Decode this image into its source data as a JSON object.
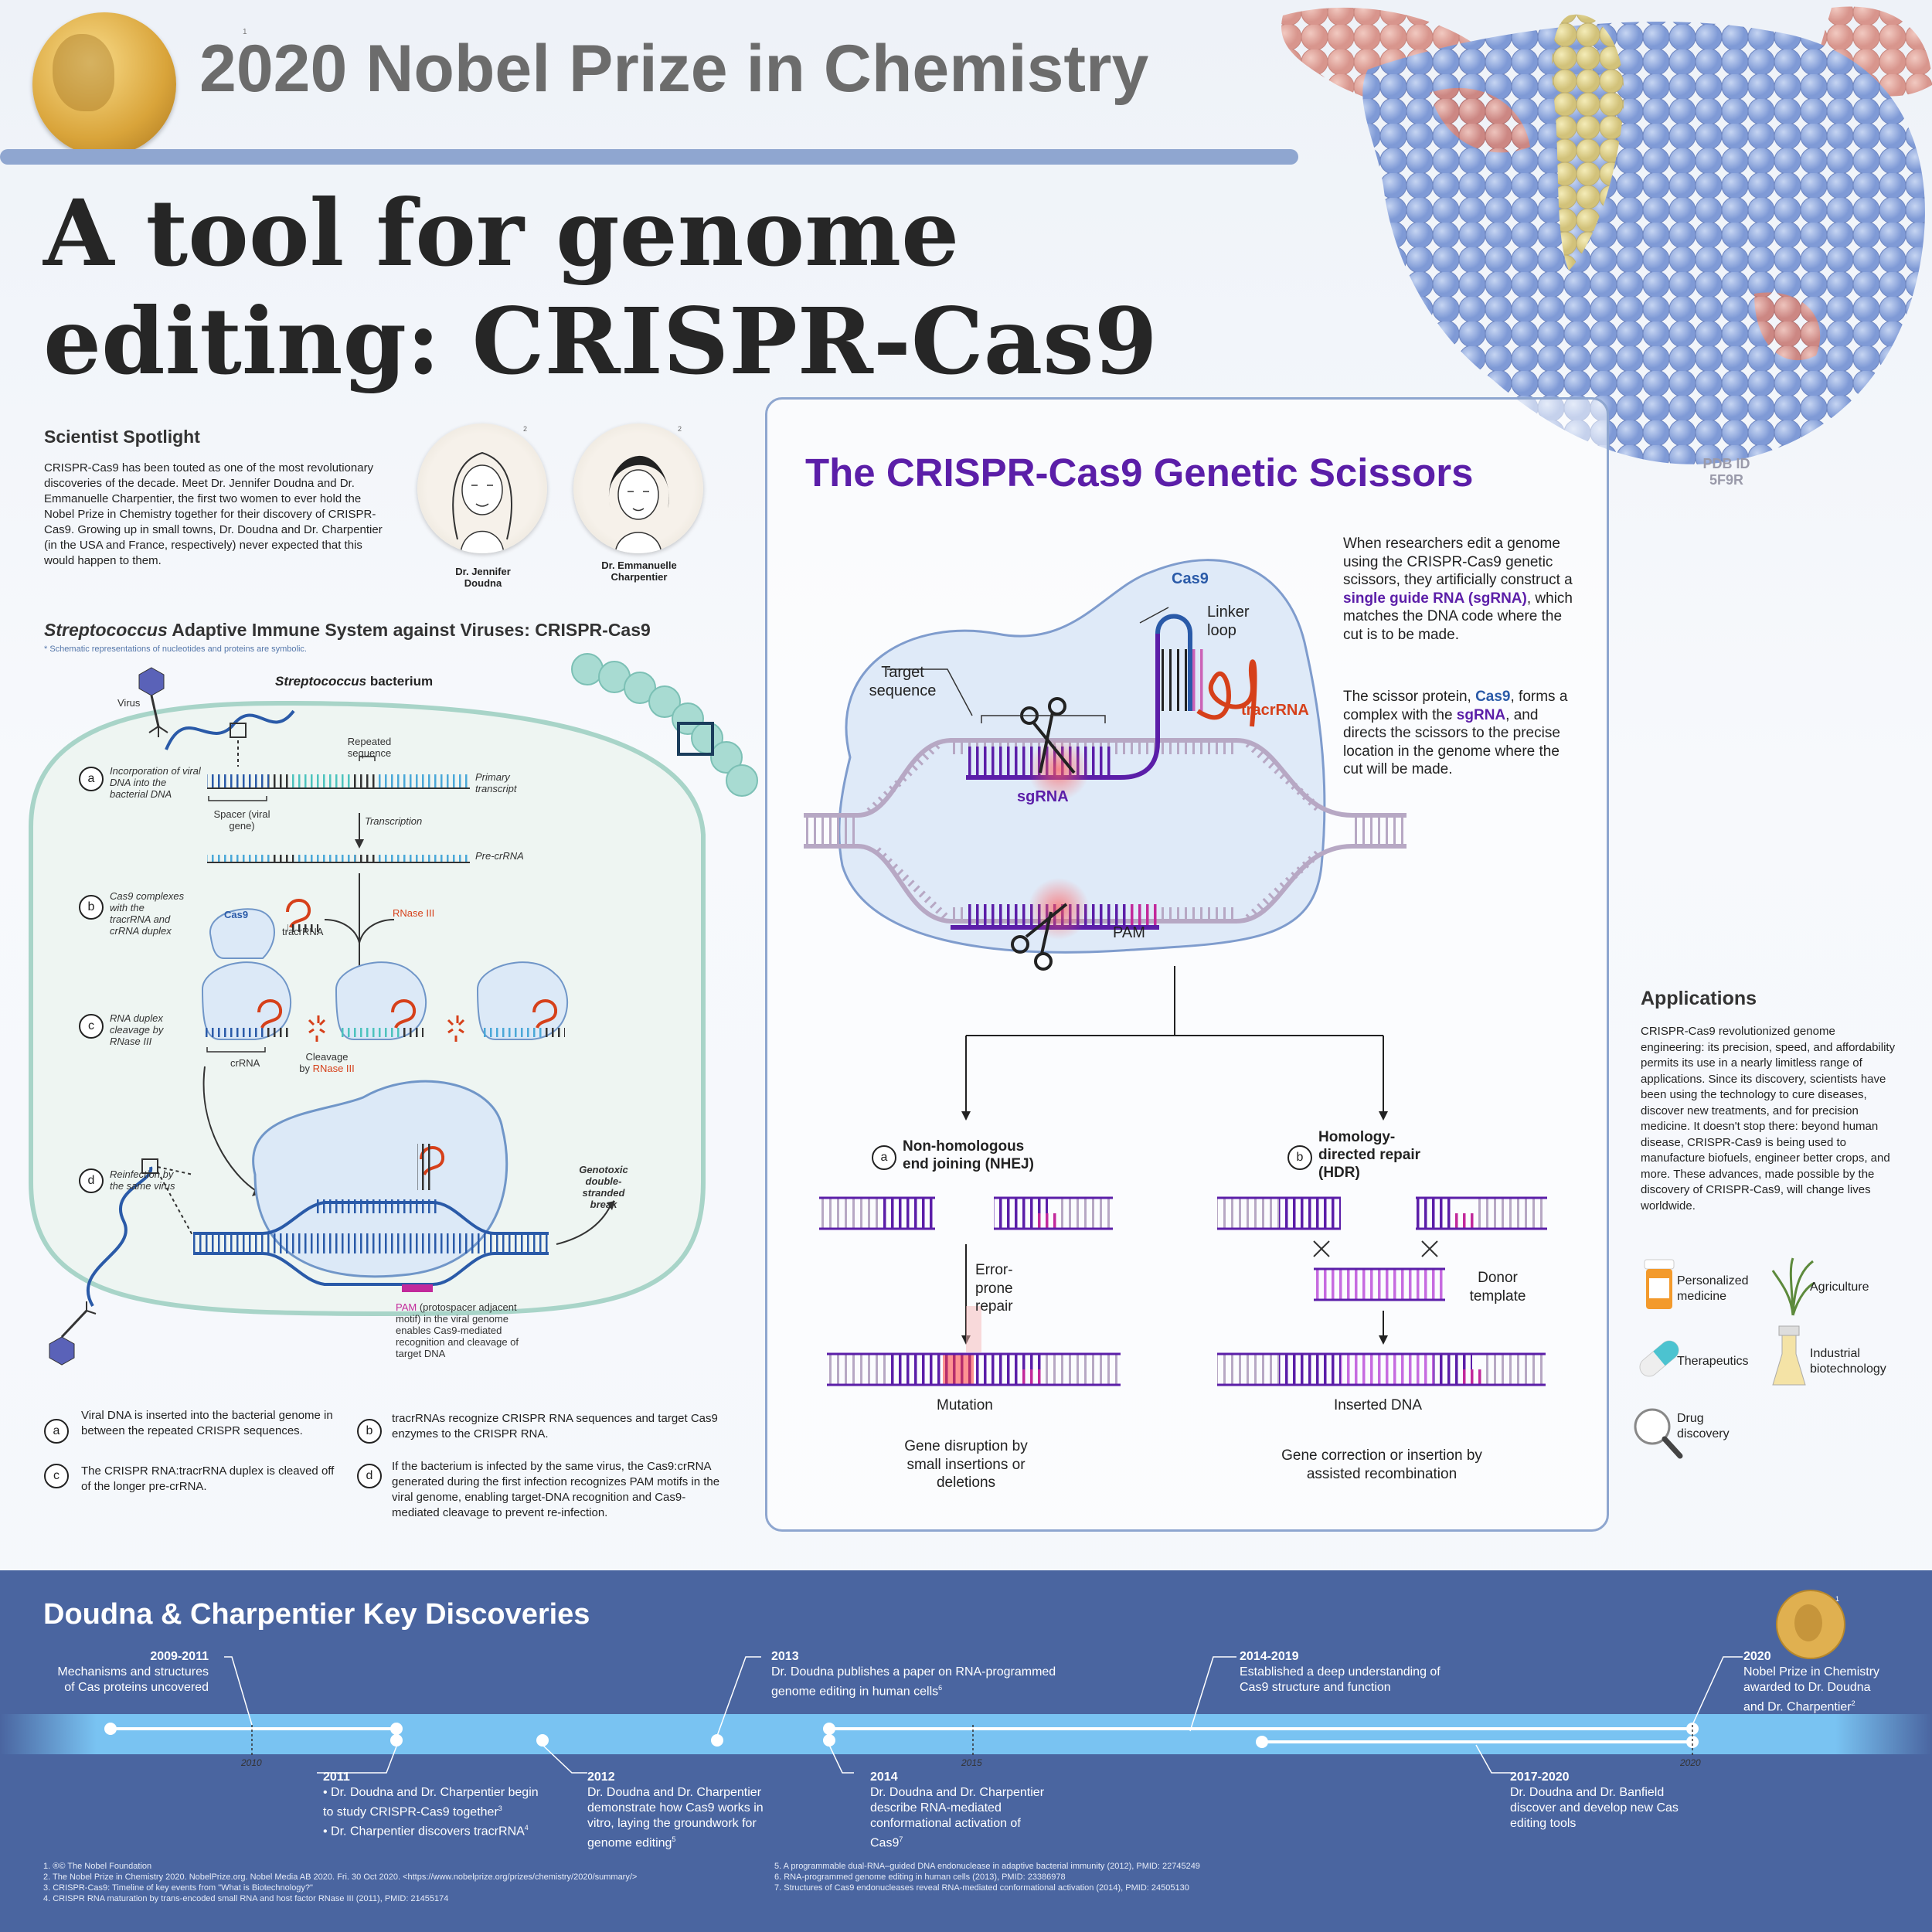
{
  "header": {
    "prize_title": "2020 Nobel Prize in Chemistry",
    "main_title_line1": "A tool for genome",
    "main_title_line2": "editing: CRISPR-Cas9",
    "ref_1": "1"
  },
  "spotlight": {
    "heading": "Scientist Spotlight",
    "text": "CRISPR-Cas9 has been touted as one of the most revolutionary discoveries of the decade. Meet Dr. Jennifer Doudna and Dr. Emmanuelle Charpentier, the first two women to ever hold the Nobel Prize in Chemistry together for their discovery of CRISPR-Cas9. Growing up in small towns, Dr. Doudna and Dr. Charpentier (in the USA and France, respectively) never expected that this would happen to them.",
    "scientist1": "Dr. Jennifer Doudna",
    "scientist2": "Dr. Emmanuelle Charpentier",
    "ref": "2"
  },
  "immune": {
    "heading_italic": "Streptococcus",
    "heading_rest": " Adaptive Immune System against Viruses: CRISPR-Cas9",
    "note": "Schematic representations of nucleotides and proteins are symbolic.",
    "bacterium_label_italic": "Streptococcus",
    "bacterium_label_rest": " bacterium",
    "virus": "Virus",
    "repeated_sequence": "Repeated sequence",
    "primary_transcript": "Primary transcript",
    "spacer": "Spacer (viral gene)",
    "transcription": "Transcription",
    "pre_crrna": "Pre-crRNA",
    "step_a": "Incorporation of viral DNA into the bacterial DNA",
    "step_b": "Cas9 complexes with the tracrRNA and crRNA duplex",
    "step_c": "RNA duplex cleavage by RNase III",
    "step_d": "Reinfection by the same virus",
    "cas9": "Cas9",
    "tracrrna": "tracrRNA",
    "rnase": "RNase III",
    "crrna": "crRNA",
    "cleavage": "Cleavage",
    "cleavage_by": "by ",
    "genotoxic": "Genotoxic double-stranded break",
    "pam_label": "PAM",
    "pam_text": " (protospacer adjacent motif) in the viral genome enables Cas9-mediated recognition and cleavage of target DNA",
    "letters": [
      "a",
      "b",
      "c",
      "d"
    ]
  },
  "legend": {
    "a": "Viral DNA is inserted into the bacterial genome in between the repeated CRISPR sequences.",
    "b": "tracrRNAs recognize CRISPR RNA sequences and target Cas9 enzymes to the CRISPR RNA.",
    "c": "The CRISPR RNA:tracrRNA duplex is cleaved off of the longer pre-crRNA.",
    "d": "If the bacterium is infected by the same virus, the Cas9:crRNA generated during the first infection recognizes PAM motifs in the viral genome, enabling target-DNA recognition and Cas9-mediated cleavage to prevent re-infection."
  },
  "scissors": {
    "title": "The CRISPR-Cas9 Genetic Scissors",
    "cas9": "Cas9",
    "linker": "Linker loop",
    "target": "Target sequence",
    "tracrrna": "tracrRNA",
    "sgrna": "sgRNA",
    "pam": "PAM",
    "desc1_a": "When researchers edit a genome using the CRISPR-Cas9 genetic scissors, they artificially construct a ",
    "desc1_b": "single guide RNA (sgRNA)",
    "desc1_c": ", which matches the DNA code where the cut is to be made.",
    "desc2_a": "The scissor protein, ",
    "desc2_b": "Cas9",
    "desc2_c": ", forms a complex with the ",
    "desc2_d": "sgRNA",
    "desc2_e": ", and directs the scissors to the precise location in the genome where the cut will be made.",
    "nhej_letter": "a",
    "nhej_title": "Non-homologous end joining (NHEJ)",
    "hdr_letter": "b",
    "hdr_title": "Homology-directed repair (HDR)",
    "error_prone": "Error-prone repair",
    "donor": "Donor template",
    "mutation": "Mutation",
    "inserted": "Inserted DNA",
    "gene_disruption": "Gene disruption by small insertions or deletions",
    "gene_correction": "Gene correction or insertion by assisted recombination"
  },
  "protein": {
    "pdb_label": "PDB ID",
    "pdb_id": "5F9R"
  },
  "applications": {
    "heading": "Applications",
    "text": "CRISPR-Cas9 revolutionized genome engineering: its precision, speed, and affordability permits its use in a nearly limitless range of applications. Since its discovery, scientists have been using the technology to cure diseases, discover new treatments, and for precision medicine. It doesn't stop there: beyond human disease, CRISPR-Cas9 is being used to manufacture biofuels, engineer better crops, and more. These advances, made possible by the discovery of CRISPR-Cas9, will change lives worldwide.",
    "items": [
      "Personalized medicine",
      "Agriculture",
      "Therapeutics",
      "Industrial biotechnology",
      "Drug discovery"
    ]
  },
  "timeline": {
    "title": "Doudna & Charpentier Key Discoveries",
    "axis_labels": [
      "2010",
      "2015",
      "2020"
    ],
    "events": [
      {
        "year": "2009-2011",
        "text": "Mechanisms and structures of Cas proteins uncovered"
      },
      {
        "year": "2011",
        "text": "• Dr. Doudna and Dr. Charpentier begin to study CRISPR-Cas9 together",
        "ref": "3",
        "text2": "• Dr. Charpentier discovers tracrRNA",
        "ref2": "4"
      },
      {
        "year": "2012",
        "text": "Dr. Doudna and Dr. Charpentier demonstrate how Cas9 works in vitro, laying the groundwork for genome editing",
        "ref": "5"
      },
      {
        "year": "2013",
        "text": "Dr. Doudna publishes a paper on RNA-programmed genome editing in human cells",
        "ref": "6"
      },
      {
        "year": "2014",
        "text": "Dr. Doudna and Dr. Charpentier describe RNA-mediated conformational activation of Cas9",
        "ref": "7"
      },
      {
        "year": "2014-2019",
        "text": "Established a deep understanding of Cas9 structure and function"
      },
      {
        "year": "2017-2020",
        "text": "Dr. Doudna and Dr. Banfield discover and develop new Cas editing tools"
      },
      {
        "year": "2020",
        "text": "Nobel Prize in Chemistry awarded to Dr. Doudna and Dr. Charpentier",
        "ref": "2"
      }
    ],
    "medal_ref": "1"
  },
  "footnotes": {
    "left": [
      "1. ®© The Nobel Foundation",
      "2. The Nobel Prize in Chemistry 2020. NobelPrize.org. Nobel Media AB 2020. Fri. 30 Oct 2020. <https://www.nobelprize.org/prizes/chemistry/2020/summary/>",
      "3. CRISPR-Cas9: Timeline of key events from \"What is Biotechnology?\"",
      "4. CRISPR RNA maturation by trans-encoded small RNA and host factor RNase III (2011), PMID: 21455174"
    ],
    "right": [
      "5. A programmable dual-RNA–guided DNA endonuclease in adaptive bacterial immunity (2012), PMID: 22745249",
      "6. RNA-programmed genome editing in human cells (2013), PMID: 23386978",
      "7. Structures of Cas9 endonucleases reveal RNA-mediated conformational activation (2014), PMID: 24505130"
    ]
  },
  "colors": {
    "purple": "#5b1ea8",
    "magenta": "#c2299b",
    "red": "#d6401a",
    "teal": "#5ac8c0",
    "blue": "#2a5aa8",
    "timeline_bg": "#4a65a0",
    "timeline_bar": "#79c3f2"
  }
}
